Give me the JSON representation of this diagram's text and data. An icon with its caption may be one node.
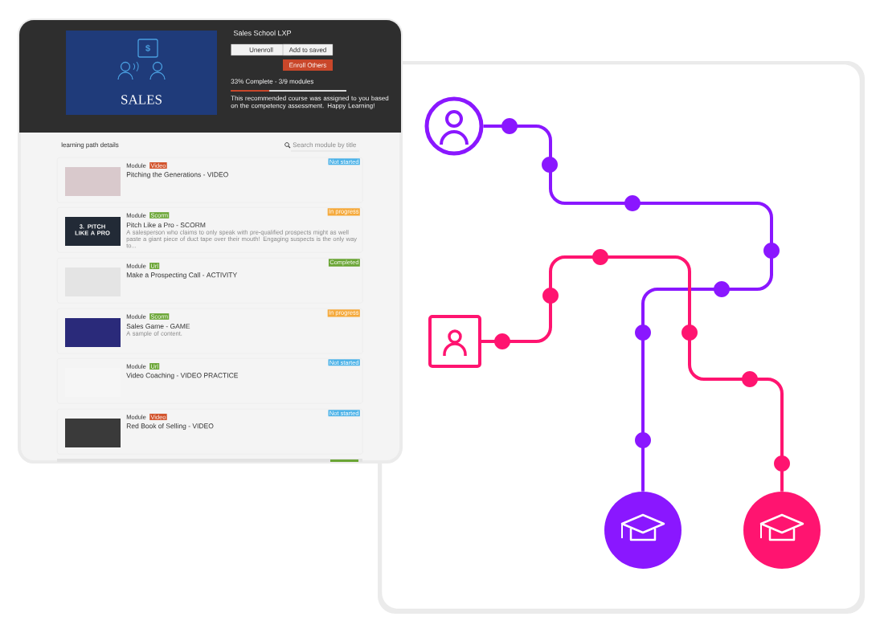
{
  "diagram": {
    "nodes": [
      {
        "text": [
          "Module",
          "Video",
          "Pitching the Generations - VIDEO",
          "Not started"
        ]
      },
      {
        "text": [
          "Module",
          "Scorm",
          "Pitch Like a Pro - SCORM",
          "In progress",
          "A salesperson who claims to only speak with pre-qualified prospects might as well paste a giant piece of duct tape over their mouth! Engaging suspects is the only way to..."
        ]
      },
      {
        "text": [
          "Module",
          "Url",
          "Make a Prospecting Call - ACTIVITY",
          "Completed"
        ]
      },
      {
        "text": [
          "Module",
          "Scorm",
          "Sales Game - GAME",
          "In progress",
          "A sample of content."
        ]
      },
      {
        "text": [
          "Module",
          "Url",
          "Video Coaching - VIDEO PRACTICE",
          "Not started"
        ]
      },
      {
        "text": [
          "Module",
          "Video",
          "Red Book of Selling - VIDEO",
          "Not started"
        ]
      },
      {
        "text": [],
        "shape": "person"
      },
      {
        "text": [],
        "shape": "person"
      },
      {
        "text": [],
        "shape": "circle"
      },
      {
        "text": [],
        "shape": "circle"
      }
    ],
    "edges": [
      {
        "from": 6,
        "to": 8,
        "arrow": "none",
        "color": "#8a17ff"
      },
      {
        "from": 7,
        "to": 9,
        "arrow": "none",
        "color": "#ff1470"
      }
    ],
    "labels": [
      "Sales School LXP",
      "Unenroll",
      "Add to saved",
      "Enroll Others",
      "33% Complete - 3/9 modules",
      "This recommended course was assigned to you based on the competency assessment. Happy Learning!",
      "SALES",
      "learning path details",
      "Search module by title",
      "3. PITCH LIKE A PRO",
      "$"
    ]
  }
}
